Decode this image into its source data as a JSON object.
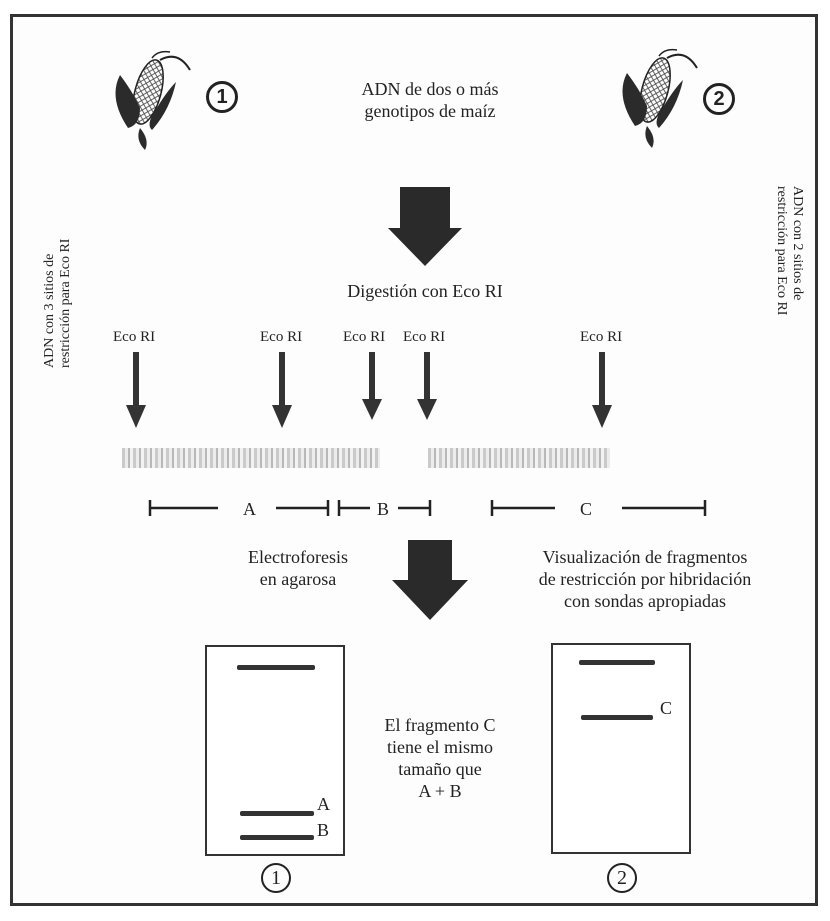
{
  "header": {
    "dna_text_line1": "ADN de dos o más",
    "dna_text_line2": "genotipos de maíz"
  },
  "genotypes": [
    {
      "number": "1",
      "side_label": "ADN con 3 sitios de restricción para Eco RI"
    },
    {
      "number": "2",
      "side_label": "ADN con 2 sitios de restricción para Eco RI"
    }
  ],
  "digestion_label": "Digestión con  Eco RI",
  "enzyme_sites": [
    "Eco RI",
    "Eco RI",
    "Eco RI",
    "Eco RI",
    "Eco RI"
  ],
  "fragments": [
    "A",
    "B",
    "C"
  ],
  "electrophoresis_line1": "Electroforesis",
  "electrophoresis_line2": "en agarosa",
  "visualization_line1": "Visualización de fragmentos",
  "visualization_line2": "de restricción por hibridación",
  "visualization_line3": "con sondas apropiadas",
  "note_line1": "El fragmento C",
  "note_line2": "tiene el mismo",
  "note_line3": "tamaño que",
  "note_line4": "A + B",
  "gels": [
    {
      "number": "1",
      "band_labels": [
        "A",
        "B"
      ]
    },
    {
      "number": "2",
      "band_labels": [
        "C"
      ]
    }
  ]
}
